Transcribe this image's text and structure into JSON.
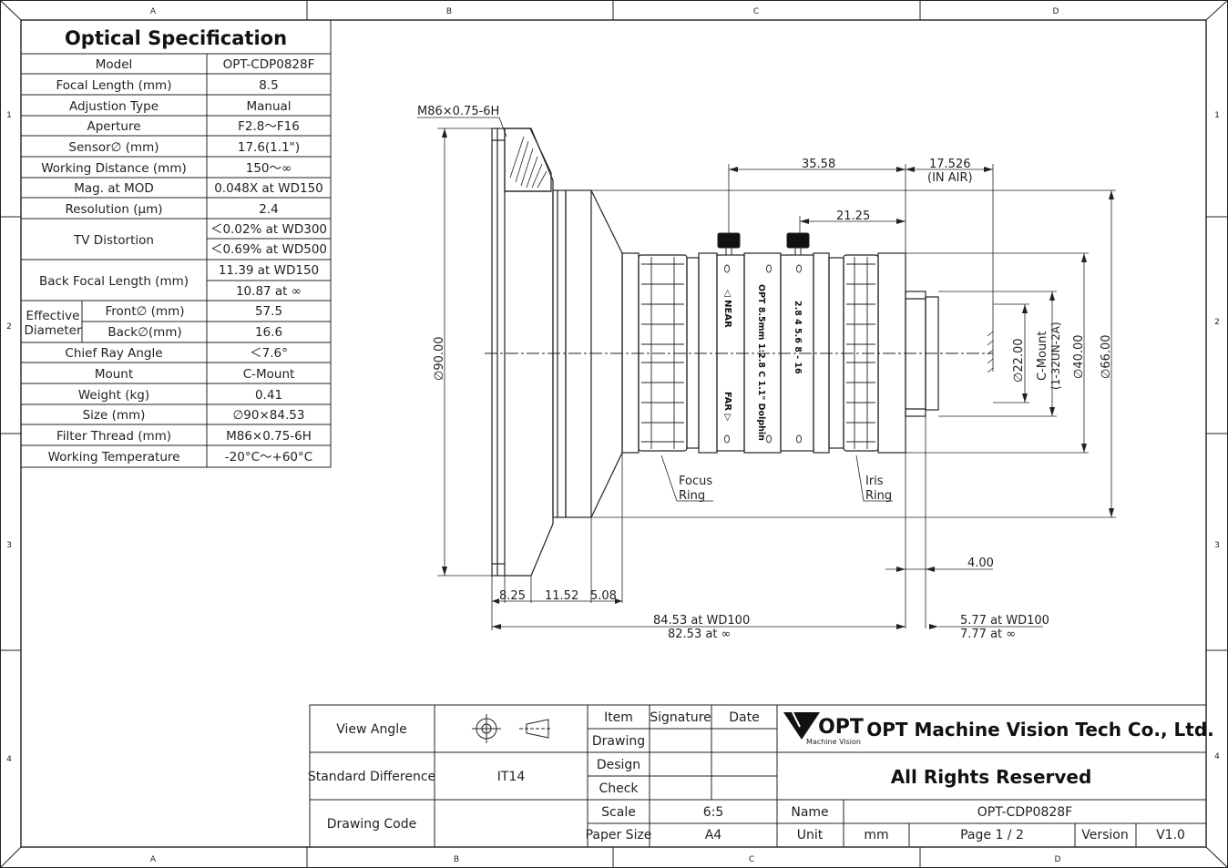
{
  "frame": {
    "col_labels": [
      "A",
      "B",
      "C",
      "D"
    ],
    "row_labels": [
      "1",
      "2",
      "3",
      "4"
    ]
  },
  "spec": {
    "title": "Optical Specification",
    "rows": [
      {
        "label": "Model",
        "value": "OPT-CDP0828F"
      },
      {
        "label": "Focal Length (mm)",
        "value": "8.5"
      },
      {
        "label": "Adjustion Type",
        "value": "Manual"
      },
      {
        "label": "Aperture",
        "value": "F2.8～F16"
      },
      {
        "label": "Sensor∅ (mm)",
        "value": "17.6(1.1\")"
      },
      {
        "label": "Working Distance (mm)",
        "value": "150～∞"
      },
      {
        "label": "Mag. at MOD",
        "value": "0.048X at WD150"
      }
    ],
    "resolution": {
      "label": "Resolution (μm)",
      "value": "2.4"
    },
    "tv_distortion": {
      "label": "TV Distortion",
      "values": [
        "＜0.02% at WD300",
        "＜0.69% at WD500"
      ]
    },
    "back_focal": {
      "label": "Back Focal Length (mm)",
      "values": [
        "11.39 at WD150",
        "10.87 at ∞"
      ]
    },
    "effective": {
      "label1": "Effective",
      "label2": "Diameter",
      "front_label": "Front∅ (mm)",
      "front_value": "57.5",
      "back_label": "Back∅(mm)",
      "back_value": "16.6"
    },
    "rows2": [
      {
        "label": "Chief Ray Angle",
        "value": "＜7.6°"
      },
      {
        "label": "Mount",
        "value": "C-Mount"
      },
      {
        "label": "Weight (kg)",
        "value": "0.41"
      },
      {
        "label": "Size (mm)",
        "value": "∅90×84.53"
      },
      {
        "label": "Filter Thread (mm)",
        "value": "M86×0.75-6H"
      },
      {
        "label": "Working Temperature",
        "value": "-20°C～+60°C"
      }
    ]
  },
  "drawing": {
    "thread_label": "M86×0.75-6H",
    "dim_35": "35.58",
    "dim_17": "17.526",
    "dim_17_sub": "(IN AIR)",
    "dim_21": "21.25",
    "dia_90": "∅90.00",
    "dia_22": "∅22.00",
    "cmount_1": "C-Mount",
    "cmount_2": "(1-32UN-2A)",
    "dia_40": "∅40.00",
    "dia_66": "∅66.00",
    "ring_near": "◁ NEAR",
    "ring_far": "FAR ▷",
    "lens_text": "OPT 8.5mm 1:2.8 C 1.1\" Dolphin",
    "iris_marks": "2.8  4  5.6  8 - 16",
    "focus_ring_1": "Focus",
    "focus_ring_2": "Ring",
    "iris_ring_1": "Iris",
    "iris_ring_2": "Ring",
    "dim_4": "4.00",
    "dim_825": "8.25",
    "dim_1152": "11.52",
    "dim_508": "5.08",
    "len_1": "84.53 at WD100",
    "len_2": "82.53 at ∞",
    "bf_1": "5.77 at WD100",
    "bf_2": "7.77 at ∞"
  },
  "title_block": {
    "view_angle": "View Angle",
    "std_diff": "Standard Difference",
    "std_diff_value": "IT14",
    "drawing_code": "Drawing Code",
    "item": "Item",
    "signature": "Signature",
    "date": "Date",
    "drawing": "Drawing",
    "design": "Design",
    "check": "Check",
    "scale": "Scale",
    "scale_value": "6:5",
    "paper_size": "Paper Size",
    "paper_value": "A4",
    "logo_text": "OPT",
    "logo_sub": "Machine Vision",
    "company": "OPT Machine Vision Tech Co., Ltd.",
    "rights": "All Rights Reserved",
    "name": "Name",
    "name_value": "OPT-CDP0828F",
    "unit": "Unit",
    "unit_value": "mm",
    "page": "Page  1 / 2",
    "version": "Version",
    "version_value": "V1.0"
  }
}
